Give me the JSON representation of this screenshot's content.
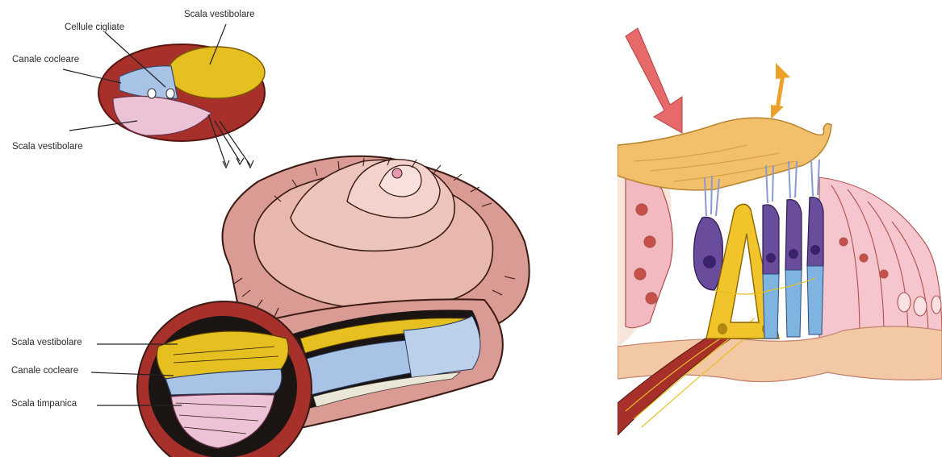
{
  "labels": {
    "top": {
      "cellule_cigliate": "Cellule cigliate",
      "scala_vestibolare_top": "Scala vestibolare",
      "canale_cocleare": "Canale cocleare",
      "scala_vestibolare_bottom": "Scala vestibolare"
    },
    "cochlea": {
      "scala_vestibolare": "Scala vestibolare",
      "canale_cocleare": "Canale cocleare",
      "scala_timpanica": "Scala timpanica"
    }
  },
  "colors": {
    "shell_red": "#a8302a",
    "scala_yellow": "#e6c020",
    "duct_blue": "#a9c3e6",
    "tympanic_pink": "#ecc2d6",
    "spiral_pink": "#d99b93",
    "membrane_orange": "#f2bf6a",
    "arrow_red": "#e66a6a",
    "arrow_orange": "#eba12a",
    "hair_cell_purple": "#6a4c9c",
    "pillar_yellow": "#f0c42a"
  }
}
